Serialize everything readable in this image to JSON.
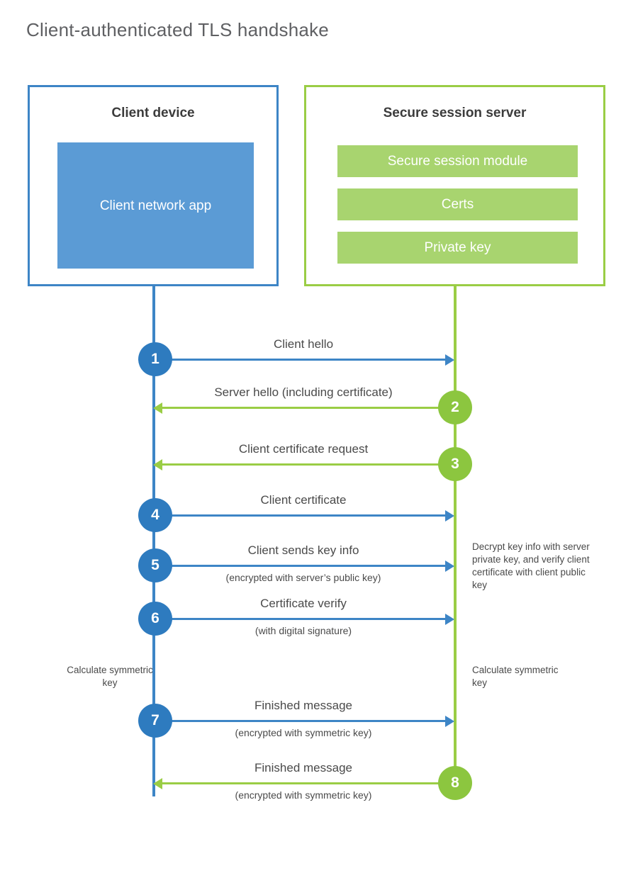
{
  "title": "Client-authenticated TLS handshake",
  "colors": {
    "client_blue_border": "#3d85c6",
    "client_blue_fill": "#5b9bd5",
    "client_step_circle": "#2e7bbf",
    "server_green_border": "#9acd45",
    "server_green_fill": "#a8d46f",
    "server_step_circle": "#8cc63f",
    "text_dark": "#3c3c3c",
    "text_body": "#4a4a4a",
    "title_gray": "#5f6063"
  },
  "client": {
    "title": "Client device",
    "app_label": "Client network app"
  },
  "server": {
    "title": "Secure session server",
    "modules": [
      "Secure session module",
      "Certs",
      "Private key"
    ]
  },
  "messages": [
    {
      "step": "1",
      "label": "Client hello",
      "sublabel": "",
      "direction": "client-to-server",
      "color": "blue"
    },
    {
      "step": "2",
      "label": "Server hello (including certificate)",
      "sublabel": "",
      "direction": "server-to-client",
      "color": "green"
    },
    {
      "step": "3",
      "label": "Client certificate request",
      "sublabel": "",
      "direction": "server-to-client",
      "color": "green"
    },
    {
      "step": "4",
      "label": "Client certificate",
      "sublabel": "",
      "direction": "client-to-server",
      "color": "blue"
    },
    {
      "step": "5",
      "label": "Client sends key info",
      "sublabel": "(encrypted with server’s public key)",
      "direction": "client-to-server",
      "color": "blue"
    },
    {
      "step": "6",
      "label": "Certificate verify",
      "sublabel": "(with digital signature)",
      "direction": "client-to-server",
      "color": "blue"
    },
    {
      "step": "7",
      "label": "Finished message",
      "sublabel": "(encrypted with symmetric key)",
      "direction": "client-to-server",
      "color": "blue"
    },
    {
      "step": "8",
      "label": "Finished message",
      "sublabel": "(encrypted with symmetric key)",
      "direction": "server-to-client",
      "color": "green"
    }
  ],
  "notes": {
    "decrypt": "Decrypt key info with server private key, and verify client certificate with client public key",
    "calculate_client": "Calculate symmetric key",
    "calculate_server": "Calculate symmetric key"
  }
}
